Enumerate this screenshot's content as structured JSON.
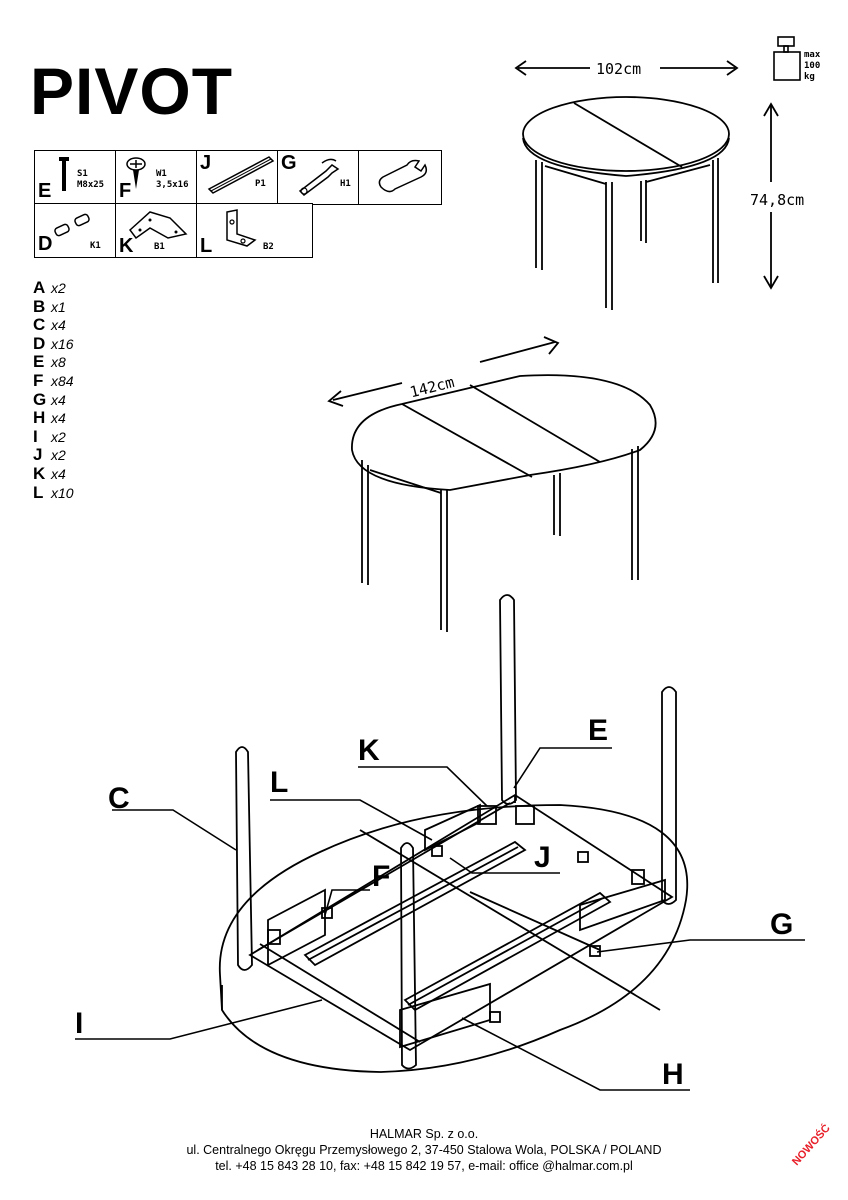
{
  "product": {
    "title": "PIVOT"
  },
  "specs": {
    "width_closed": "102cm",
    "width_open": "142cm",
    "height": "74,8cm",
    "max_load": {
      "line1": "max",
      "line2": "100",
      "line3": "kg"
    }
  },
  "parts": [
    {
      "letter": "E",
      "code1": "S1",
      "code2": "M8x25",
      "icon": "bolt-icon"
    },
    {
      "letter": "F",
      "code1": "W1",
      "code2": "3,5x16",
      "icon": "screw-icon"
    },
    {
      "letter": "J",
      "code1": "P1",
      "code2": "",
      "icon": "slide-rail-icon"
    },
    {
      "letter": "G",
      "code1": "H1",
      "code2": "",
      "icon": "hook-latch-icon"
    },
    {
      "letter": "",
      "code1": "",
      "code2": "",
      "icon": "wrench-icon"
    },
    {
      "letter": "D",
      "code1": "K1",
      "code2": "",
      "icon": "dowel-icon"
    },
    {
      "letter": "K",
      "code1": "B1",
      "code2": "",
      "icon": "corner-bracket-icon"
    },
    {
      "letter": "L",
      "code1": "B2",
      "code2": "",
      "icon": "angle-bracket-icon"
    }
  ],
  "quantities": [
    {
      "letter": "A",
      "qty": "x2"
    },
    {
      "letter": "B",
      "qty": "x1"
    },
    {
      "letter": "C",
      "qty": "x4"
    },
    {
      "letter": "D",
      "qty": "x16"
    },
    {
      "letter": "E",
      "qty": "x8"
    },
    {
      "letter": "F",
      "qty": "x84"
    },
    {
      "letter": "G",
      "qty": "x4"
    },
    {
      "letter": "H",
      "qty": "x4"
    },
    {
      "letter": "I",
      "qty": "x2"
    },
    {
      "letter": "J",
      "qty": "x2"
    },
    {
      "letter": "K",
      "qty": "x4"
    },
    {
      "letter": "L",
      "qty": "x10"
    }
  ],
  "callouts": {
    "C": "C",
    "L": "L",
    "K": "K",
    "E": "E",
    "F": "F",
    "J": "J",
    "G": "G",
    "I": "I",
    "H": "H"
  },
  "footer": {
    "company": "HALMAR Sp. z o.o.",
    "address": "ul. Centralnego Okręgu Przemysłowego 2, 37-450 Stalowa Wola, POLSKA / POLAND",
    "contact": "tel. +48 15 843 28 10, fax: +48 15 842 19 57, e-mail: office @halmar.com.pl",
    "badge": "NOWOŚĆ",
    "badge_color": "#e8202a"
  }
}
